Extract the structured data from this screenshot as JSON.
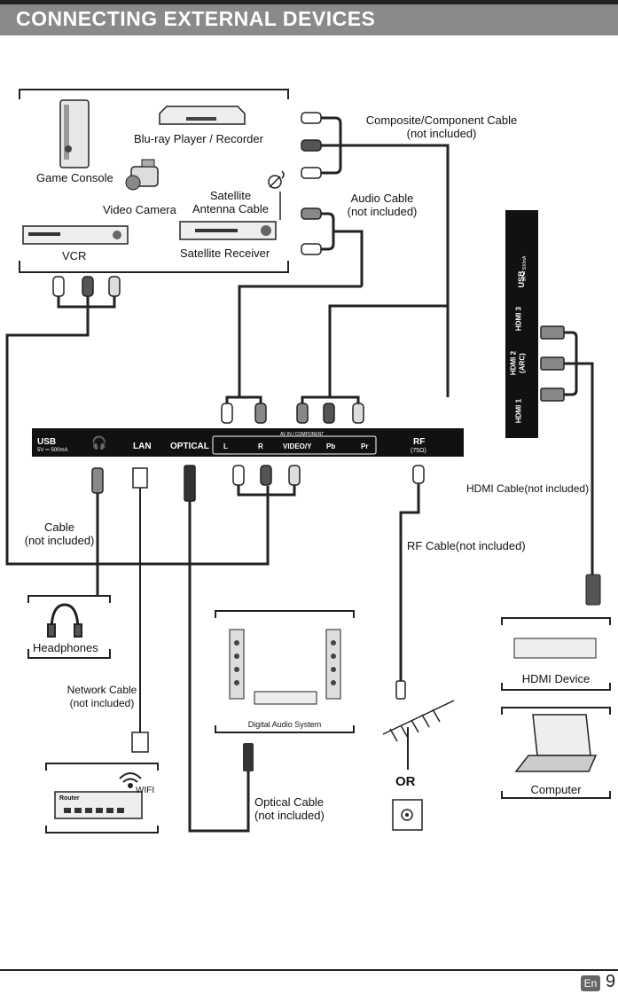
{
  "header": {
    "title": "CONNECTING EXTERNAL DEVICES"
  },
  "devices": {
    "game_console": "Game Console",
    "bluray": "Blu-ray Player / Recorder",
    "video_camera": "Video Camera",
    "satellite_antenna_cable": "Satellite\nAntenna Cable",
    "vcr": "VCR",
    "satellite_receiver": "Satellite Receiver",
    "headphones": "Headphones",
    "digital_audio_system": "Digital Audio System",
    "hdmi_device": "HDMI Device",
    "computer": "Computer",
    "router": "Router",
    "wifi": "WIFI",
    "or": "OR"
  },
  "cables": {
    "composite_component": "Composite/Component Cable\n(not included)",
    "audio": "Audio Cable\n(not included)",
    "cable": "Cable\n(not included)",
    "network": "Network Cable\n(not included)",
    "optical": "Optical Cable\n(not included)",
    "rf": "RF Cable(not included)",
    "hdmi": "HDMI Cable(not included)"
  },
  "tv_panel": {
    "usb": "USB",
    "usb_rating": "5V ⎓ 500mA",
    "lan": "LAN",
    "optical": "OPTICAL",
    "av_in_component": "AV IN / COMPONENT",
    "port_l": "L",
    "port_r": "R",
    "port_video": "VIDEO/Y",
    "port_pb": "Pb",
    "port_pr": "Pr",
    "rf": "RF",
    "rf_ohm": "(75Ω)"
  },
  "side_panel": {
    "usb": "USB",
    "usb_rating": "5V ⎓ 500mA",
    "hdmi3": "HDMI 3",
    "hdmi2": "HDMI 2",
    "hdmi2_arc": "(ARC)",
    "hdmi1": "HDMI 1"
  },
  "footer": {
    "lang": "En",
    "page": "9"
  }
}
